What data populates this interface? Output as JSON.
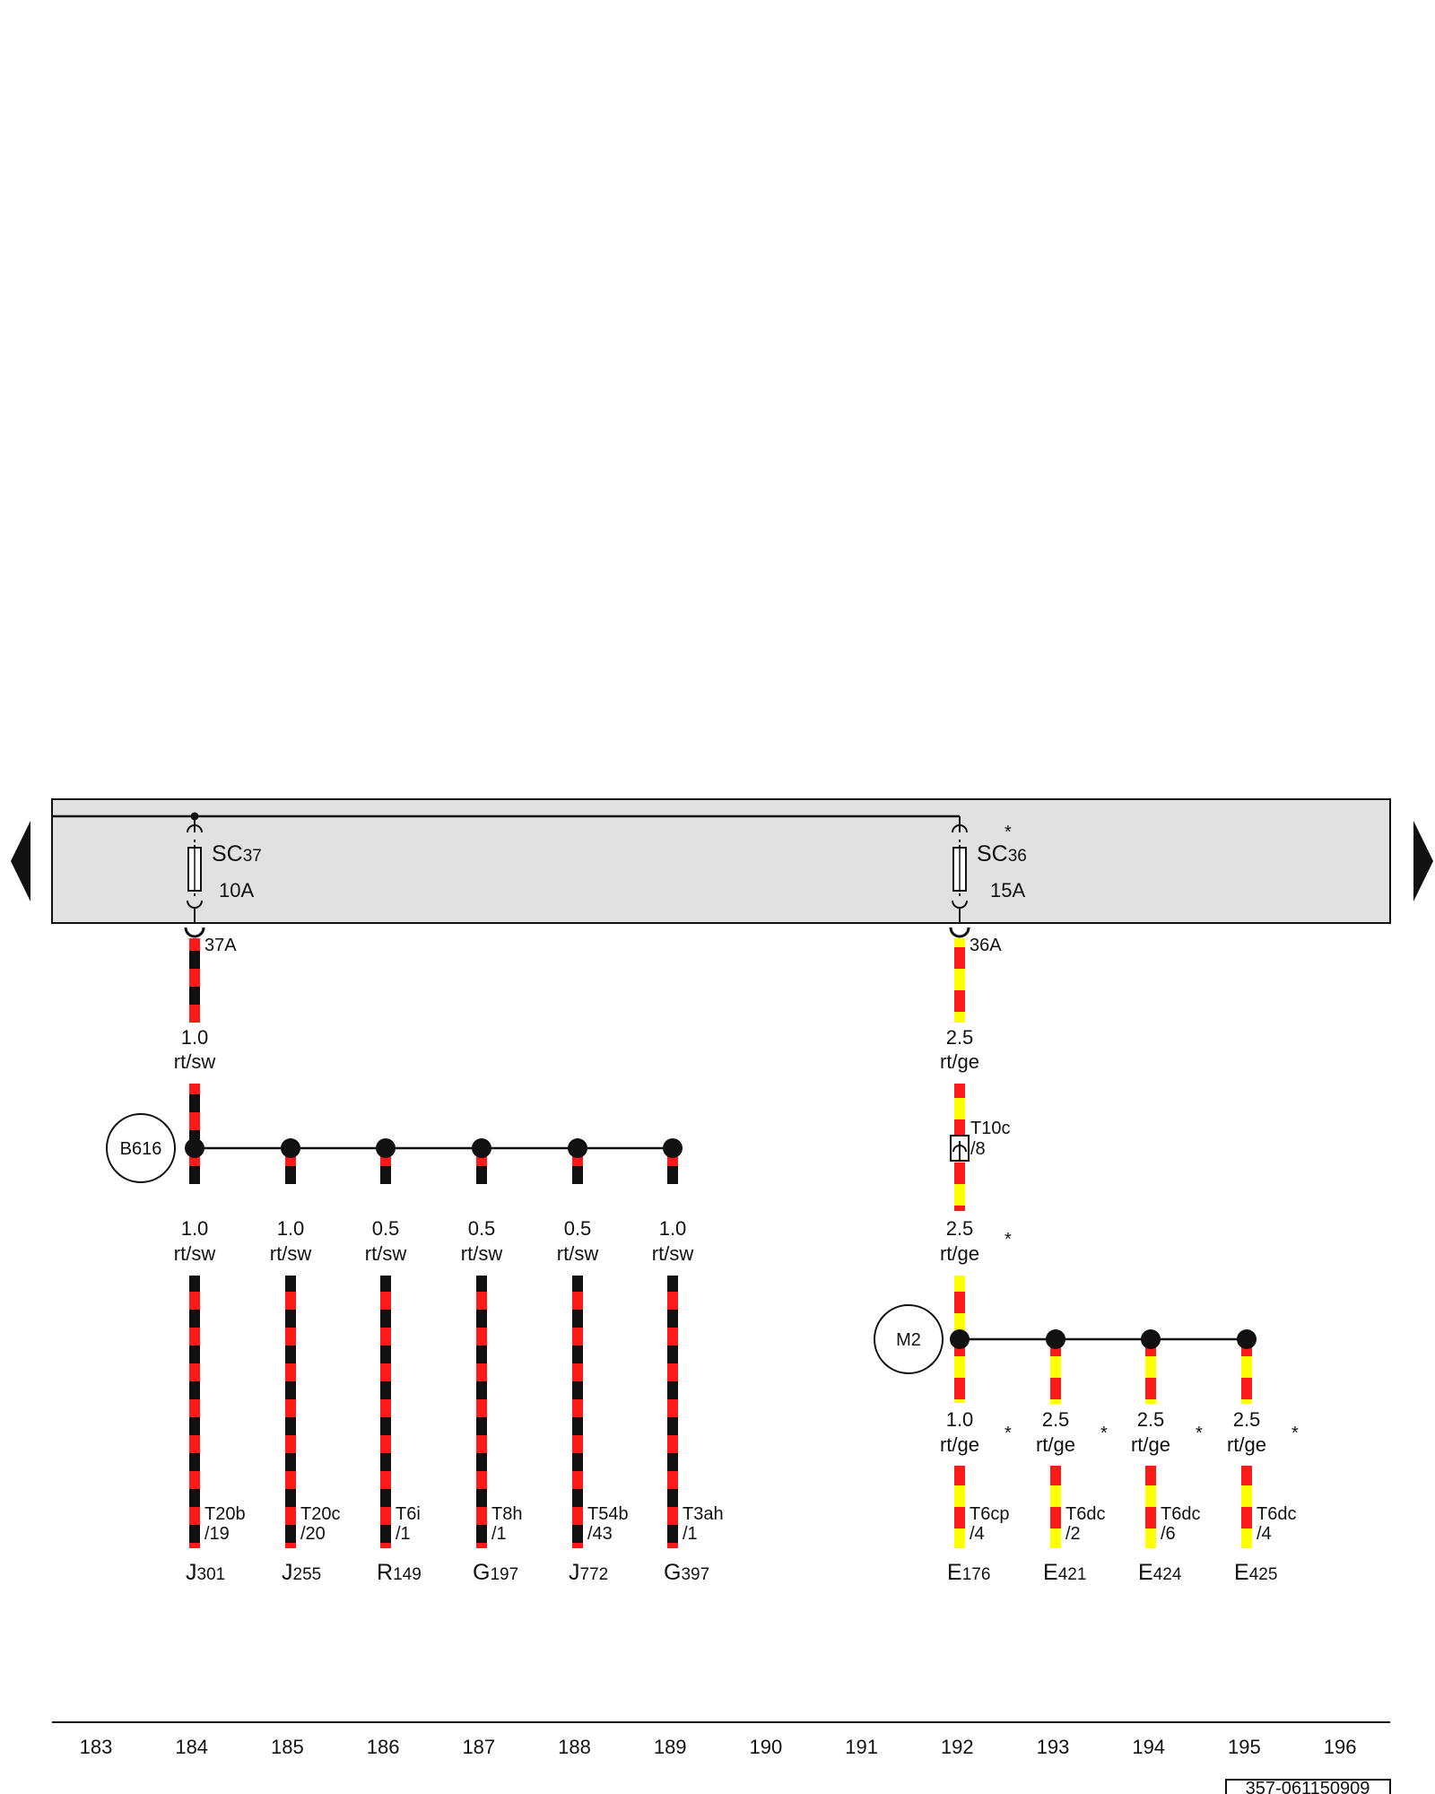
{
  "colors": {
    "panel": "#e1e1e1",
    "red": "#ff1a1a",
    "black": "#111111",
    "yellow": "#ffff00"
  },
  "nav": {
    "prev_icon": "triangle-left-icon",
    "next_icon": "triangle-right-icon"
  },
  "fuses": [
    {
      "id": "sc37",
      "name_prefix": "SC",
      "name_num": "37",
      "rating": "10A",
      "terminal": "37A",
      "asterisk": ""
    },
    {
      "id": "sc36",
      "name_prefix": "SC",
      "name_num": "36",
      "rating": "15A",
      "terminal": "36A",
      "asterisk": "*"
    }
  ],
  "left_branch": {
    "feed": {
      "size": "1.0",
      "color": "rt/sw"
    },
    "junction": "B616",
    "drops": [
      {
        "size": "1.0",
        "color": "rt/sw",
        "pin": "T20b",
        "pin_no": "/19",
        "comp_letter": "J",
        "comp_num": "301"
      },
      {
        "size": "1.0",
        "color": "rt/sw",
        "pin": "T20c",
        "pin_no": "/20",
        "comp_letter": "J",
        "comp_num": "255"
      },
      {
        "size": "0.5",
        "color": "rt/sw",
        "pin": "T6i",
        "pin_no": "/1",
        "comp_letter": "R",
        "comp_num": "149"
      },
      {
        "size": "0.5",
        "color": "rt/sw",
        "pin": "T8h",
        "pin_no": "/1",
        "comp_letter": "G",
        "comp_num": "197"
      },
      {
        "size": "0.5",
        "color": "rt/sw",
        "pin": "T54b",
        "pin_no": "/43",
        "comp_letter": "J",
        "comp_num": "772"
      },
      {
        "size": "1.0",
        "color": "rt/sw",
        "pin": "T3ah",
        "pin_no": "/1",
        "comp_letter": "G",
        "comp_num": "397"
      }
    ]
  },
  "right_branch": {
    "feed": {
      "size": "2.5",
      "color": "rt/ge"
    },
    "connector": {
      "pin": "T10c",
      "pin_no": "/8"
    },
    "feed2": {
      "size": "2.5",
      "color": "rt/ge",
      "asterisk": "*"
    },
    "junction": "M2",
    "drops": [
      {
        "size": "1.0",
        "color": "rt/ge",
        "asterisk": "*",
        "pin": "T6cp",
        "pin_no": "/4",
        "comp_letter": "E",
        "comp_num": "176"
      },
      {
        "size": "2.5",
        "color": "rt/ge",
        "asterisk": "*",
        "pin": "T6dc",
        "pin_no": "/2",
        "comp_letter": "E",
        "comp_num": "421"
      },
      {
        "size": "2.5",
        "color": "rt/ge",
        "asterisk": "*",
        "pin": "T6dc",
        "pin_no": "/6",
        "comp_letter": "E",
        "comp_num": "424"
      },
      {
        "size": "2.5",
        "color": "rt/ge",
        "asterisk": "*",
        "pin": "T6dc",
        "pin_no": "/4",
        "comp_letter": "E",
        "comp_num": "425"
      }
    ]
  },
  "ruler": [
    "183",
    "184",
    "185",
    "186",
    "187",
    "188",
    "189",
    "190",
    "191",
    "192",
    "193",
    "194",
    "195",
    "196"
  ],
  "drawing_number": "357-061150909"
}
